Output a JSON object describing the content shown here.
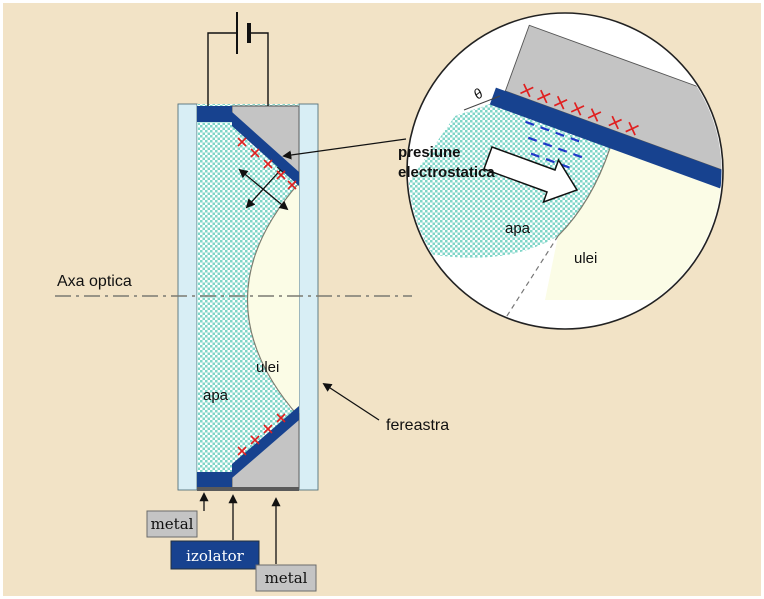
{
  "colors": {
    "background": "#f2e3c6",
    "glass": "#d8eef5",
    "water_dot": "#7fd6c8",
    "oil": "#fbfce6",
    "metal": "#c4c4c4",
    "insulator": "#17428f",
    "positive_charge": "#e02020",
    "negative_charge": "#2038c8"
  },
  "main": {
    "axis_label": "Axa optica",
    "water_label": "apa",
    "oil_label": "ulei",
    "window_label": "fereastra",
    "metal_label_1": "metal",
    "insulator_label": "izolator",
    "metal_label_2": "metal"
  },
  "inset": {
    "pressure_label_line1": "presiune",
    "pressure_label_line2": "electrostatica",
    "water_label": "apa",
    "oil_label": "ulei",
    "contact_angle_symbol": "θ"
  }
}
